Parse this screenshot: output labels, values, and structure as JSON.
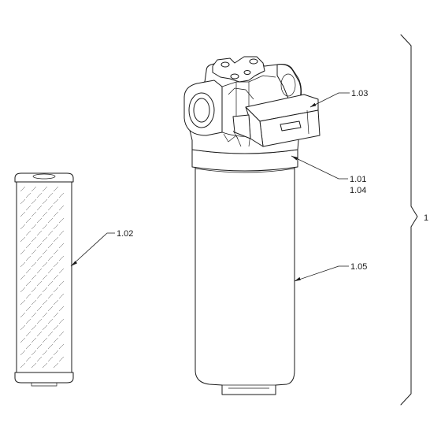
{
  "callouts": {
    "assembly": "1",
    "element": "1.02",
    "head_block": "1.03",
    "bowl_seal_a": "1.01",
    "bowl_seal_b": "1.04",
    "housing": "1.05"
  }
}
